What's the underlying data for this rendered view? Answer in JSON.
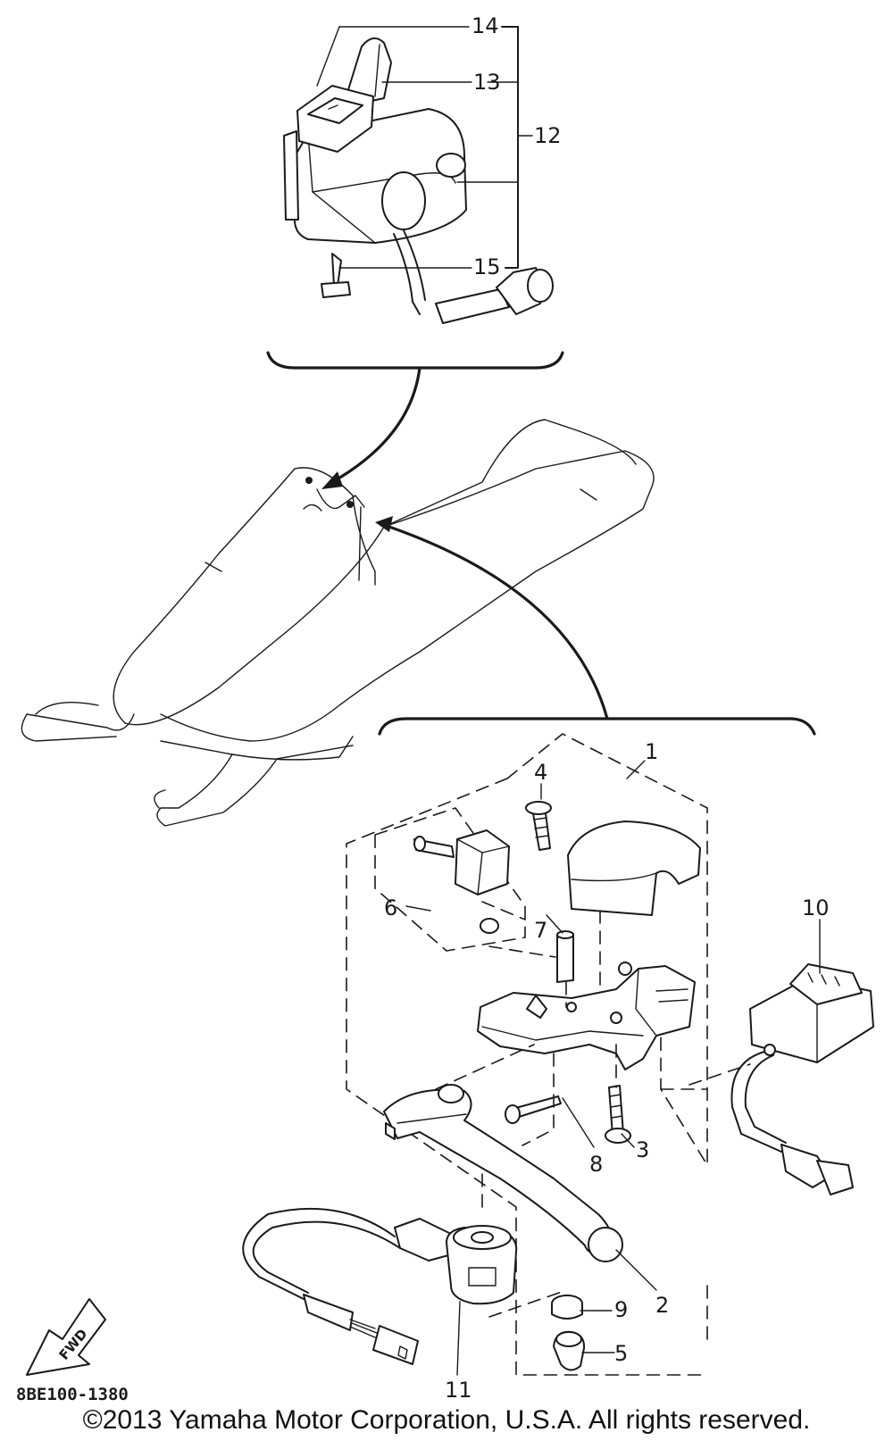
{
  "callouts": {
    "c1": "1",
    "c2": "2",
    "c3": "3",
    "c4": "4",
    "c5": "5",
    "c6": "6",
    "c7": "7",
    "c8": "8",
    "c9": "9",
    "c10": "10",
    "c11": "11",
    "c12": "12",
    "c13": "13",
    "c14": "14",
    "c15": "15"
  },
  "direction_marker": "FWD",
  "diagram_code": "8BE100-1380",
  "copyright": "©2013 Yamaha Motor Corporation, U.S.A. All rights reserved.",
  "colors": {
    "ink": "#1a1a1a",
    "paper": "#ffffff"
  }
}
